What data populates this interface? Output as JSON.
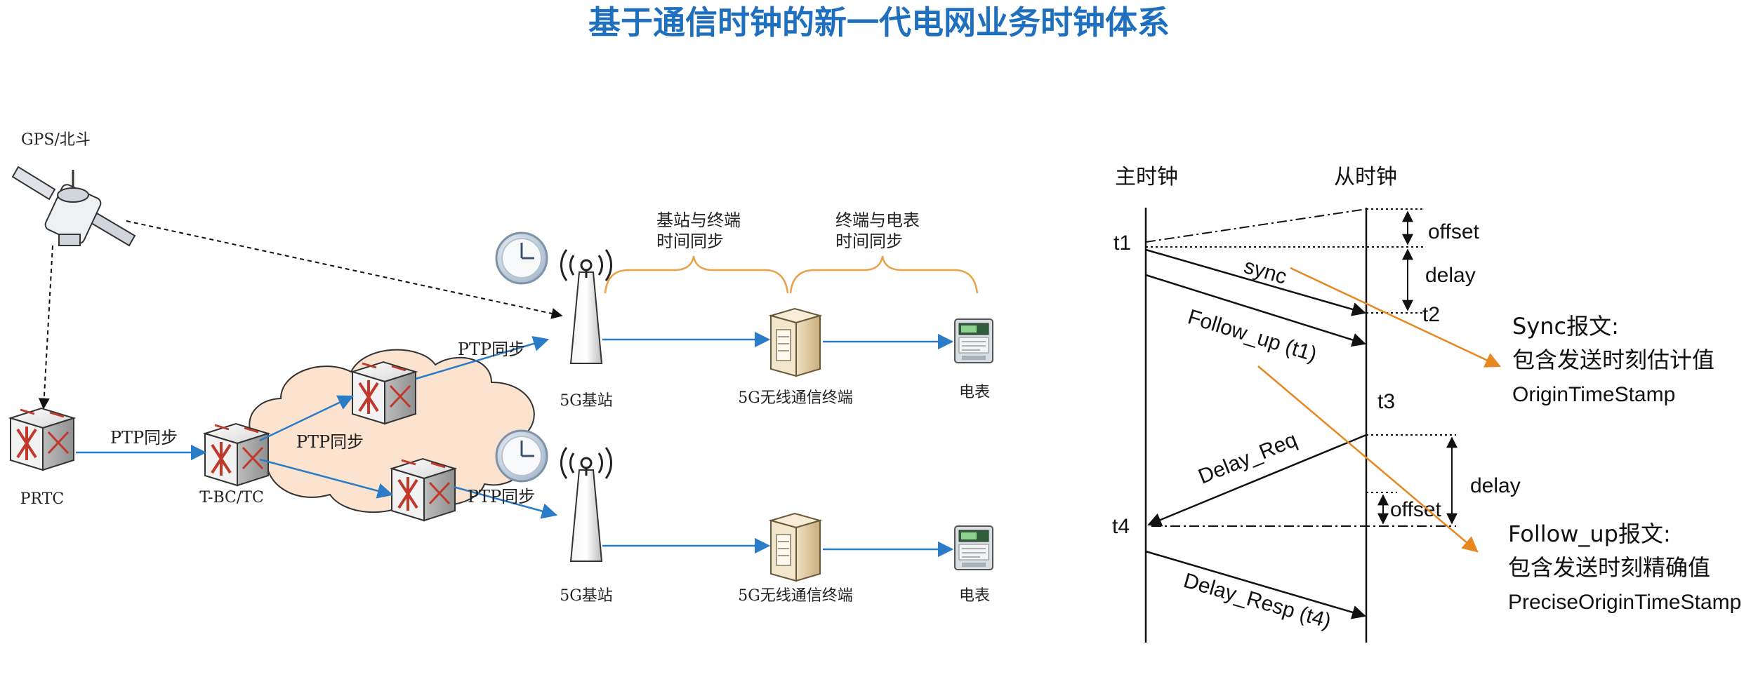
{
  "title": "基于通信时钟的新一代电网业务时钟体系",
  "network": {
    "gps_label": "GPS/北斗",
    "prtc_label": "PRTC",
    "tbc_label": "T-BC/TC",
    "link_ptp_prtc": "PTP同步",
    "link_ptp_cloud": "PTP同步",
    "link_ptp_top": "PTP同步",
    "link_ptp_bottom": "PTP同步",
    "bracket_bs_terminal": [
      "基站与终端",
      "时间同步"
    ],
    "bracket_terminal_meter": [
      "终端与电表",
      "时间同步"
    ],
    "base_station_top": "5G基站",
    "base_station_bottom": "5G基站",
    "terminal_top": "5G无线通信终端",
    "terminal_bottom": "5G无线通信终端",
    "meter_top": "电表",
    "meter_bottom": "电表"
  },
  "sequence": {
    "master_label": "主时钟",
    "slave_label": "从时钟",
    "t1": "t1",
    "t2": "t2",
    "t3": "t3",
    "t4": "t4",
    "offset_top": "offset",
    "delay_top": "delay",
    "msg_sync": "sync",
    "msg_follow": "Follow_up (t1)",
    "msg_delay_req": "Delay_Req",
    "msg_delay_resp": "Delay_Resp (t4)",
    "delay_right": "delay",
    "offset_bottom": "offset"
  },
  "notes": {
    "sync_note": [
      "Sync报文:",
      "包含发送时刻估计值",
      "OriginTimeStamp"
    ],
    "follow_note": [
      "Follow_up报文:",
      "包含发送时刻精确值",
      "PreciseOriginTimeStamp"
    ]
  },
  "colors": {
    "title": "#1f6fbf",
    "link_blue": "#2a7cc7",
    "bracket_orange": "#e7a24a",
    "note_arrow_orange": "#e6871f",
    "device_red": "#c0392b",
    "cloud_fill": "#fbe3d0"
  },
  "icons": {
    "satellite": "satellite-icon",
    "switch": "network-switch-icon",
    "clock": "clock-icon",
    "antenna": "base-station-antenna-icon",
    "terminal": "server-terminal-icon",
    "meter": "electric-meter-icon"
  }
}
